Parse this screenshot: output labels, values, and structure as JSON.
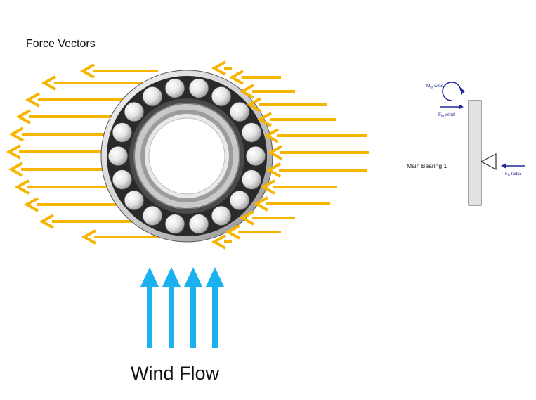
{
  "title": "Force Vectors",
  "wind_label": "Wind Flow",
  "free_body": {
    "moment_label": {
      "main": "M",
      "sub": "f0",
      "suffix": " wind"
    },
    "force_wind_label": {
      "main": "F",
      "sub": "f0",
      "suffix": " wind"
    },
    "bearing_label": "Main Bearing 1",
    "force_radial_label": {
      "main": "F",
      "sub": "f0",
      "suffix": " radial"
    }
  },
  "colors": {
    "force_arrow": "#F7B500",
    "wind_arrow": "#1AB1EE",
    "annotation": "#1F2A9A",
    "shaft_fill": "#E2E2E2",
    "bearing_dark": "#2A2A2A"
  }
}
